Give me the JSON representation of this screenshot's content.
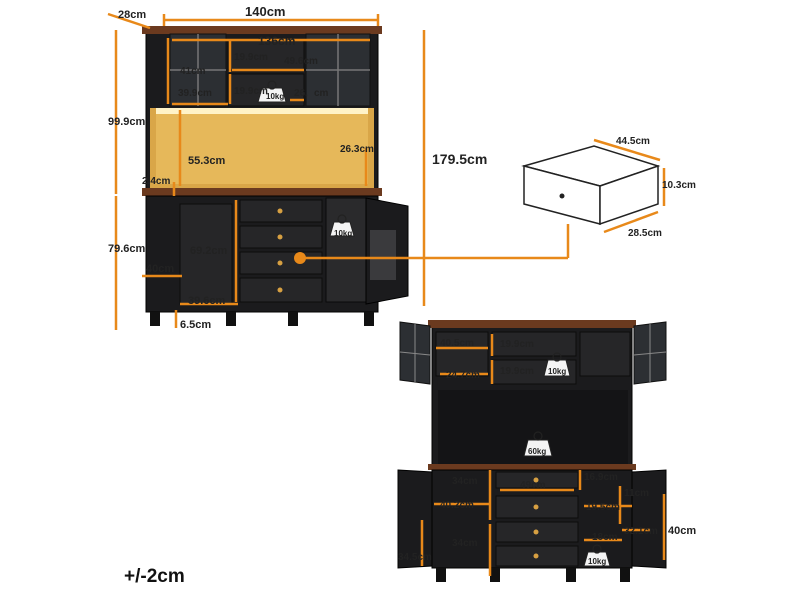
{
  "front_view": {
    "depth": "28cm",
    "total_width": "140cm",
    "inner_width": "136cm",
    "upper_height": "99.9cm",
    "total_height": "179.5cm",
    "glass_door_height": "41cm",
    "shelf_height_a": "19.9cm",
    "shelf_height_b": "19.9cm",
    "shelf_width": "49.6cm",
    "side_width": "39.9cm",
    "small_gap": "26.",
    "small_gap_unit": "cm",
    "open_height": "55.3cm",
    "outlet_offset": "26.3cm",
    "counter_thickness": "2.4cm",
    "base_height": "79.6cm",
    "base_depth": "40cm",
    "drawer_stack_height": "69.2cm",
    "drawer_stack_width": "39.6cm",
    "leg_height": "6.5cm",
    "load_shelf": "10kg",
    "load_door": "10kg"
  },
  "drawer_detail": {
    "width": "44.5cm",
    "height": "10.3cm",
    "depth": "28.5cm"
  },
  "back_view": {
    "cubby_width": "40.5cm",
    "cubby_height_a": "19.9cm",
    "cubby_height_b": "19.9cm",
    "lower_cubby": "24.7cm",
    "load_cubby": "10kg",
    "load_counter": "60kg",
    "side_height_a": "34cm",
    "drawer_width": "49cm",
    "top_drawer_height": "16.9cm",
    "side_cab_width": "40.2cm",
    "side_shelf_height": "19.5cm",
    "inner_width": "11cm",
    "side_height_b": "34cm",
    "door_depth": "32.1cm",
    "cabinet_height": "40cm",
    "base_drawer_width": "18cm",
    "base_left_height": "34.5cm",
    "load_base": "10kg"
  },
  "tolerance": "+/-2cm"
}
